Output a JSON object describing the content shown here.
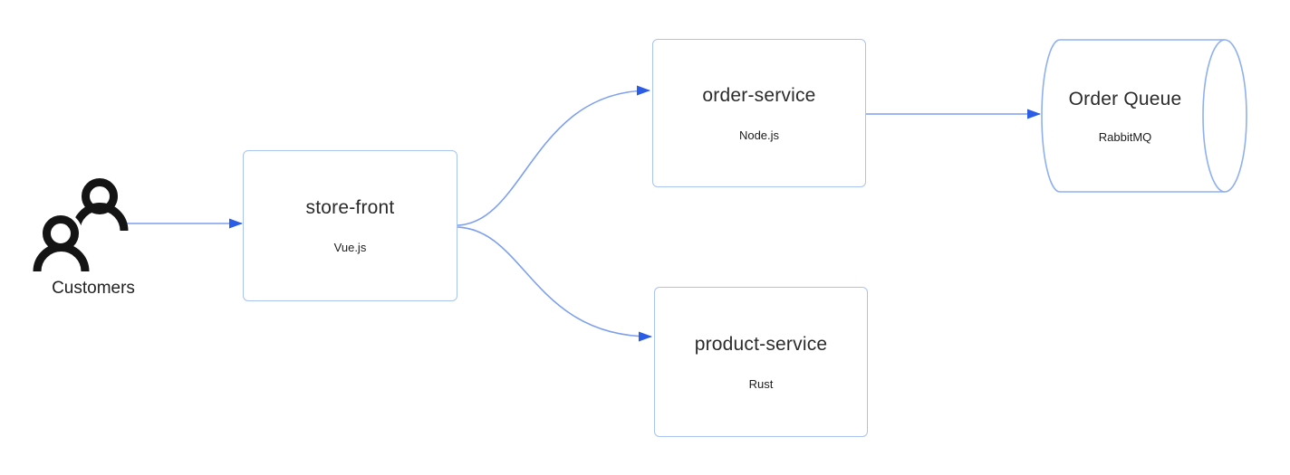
{
  "diagram": {
    "nodes": {
      "customers": {
        "label": "Customers",
        "shape": "actor-icon"
      },
      "store_front": {
        "title": "store-front",
        "subtitle": "Vue.js",
        "shape": "rounded-rect"
      },
      "order_service": {
        "title": "order-service",
        "subtitle": "Node.js",
        "shape": "rounded-rect"
      },
      "product_service": {
        "title": "product-service",
        "subtitle": "Rust",
        "shape": "rounded-rect"
      },
      "order_queue": {
        "title": "Order Queue",
        "subtitle": "RabbitMQ",
        "shape": "horizontal-cylinder"
      }
    },
    "edges": [
      {
        "from": "customers",
        "to": "store_front"
      },
      {
        "from": "store_front",
        "to": "order_service"
      },
      {
        "from": "store_front",
        "to": "product_service"
      },
      {
        "from": "order_service",
        "to": "order_queue"
      }
    ],
    "colors": {
      "box_border": "#a9c3f3",
      "cylinder_stroke": "#8fb0f0",
      "edge_line": "#7d9ff0",
      "arrowhead": "#2a5ce6",
      "icon": "#141414",
      "title_text": "#2b2b2b",
      "background": "#ffffff"
    }
  }
}
